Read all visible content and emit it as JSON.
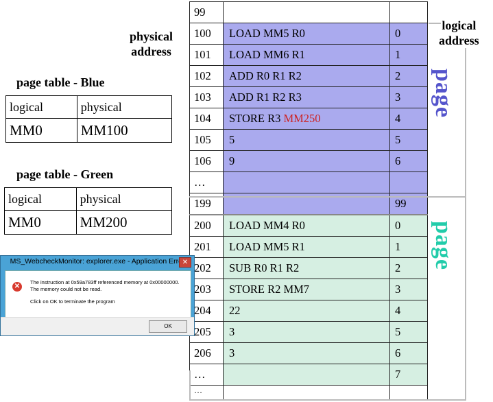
{
  "labels": {
    "physical_line1": "physical",
    "physical_line2": "address",
    "logical_line1": "logical",
    "logical_line2": "address",
    "page_blue": "page",
    "page_green": "page"
  },
  "colors": {
    "blue_region": "#aaaaee",
    "green_region": "#d6efe2",
    "page_blue_text": "#5555cc",
    "page_green_text": "#22ccaa",
    "highlight_red": "#cc2222"
  },
  "page_tables": [
    {
      "title": "page table - Blue",
      "headers": [
        "logical",
        "physical"
      ],
      "row": [
        "MM0",
        "MM100"
      ]
    },
    {
      "title": "page table - Green",
      "headers": [
        "logical",
        "physical"
      ],
      "row": [
        "MM0",
        "MM200"
      ]
    }
  ],
  "memory_rows": [
    {
      "addr": "99",
      "instr": "",
      "idx": "",
      "region": "plain"
    },
    {
      "addr": "100",
      "instr": "LOAD MM5 R0",
      "idx": "0",
      "region": "blue"
    },
    {
      "addr": "101",
      "instr": "LOAD MM6 R1",
      "idx": "1",
      "region": "blue"
    },
    {
      "addr": "102",
      "instr": "ADD R0 R1 R2",
      "idx": "2",
      "region": "blue"
    },
    {
      "addr": "103",
      "instr": "ADD R1 R2 R3",
      "idx": "3",
      "region": "blue"
    },
    {
      "addr": "104",
      "instr": "STORE R3 ",
      "instr_red": "MM250",
      "idx": "4",
      "region": "blue"
    },
    {
      "addr": "105",
      "instr": "5",
      "idx": "5",
      "region": "blue"
    },
    {
      "addr": "106",
      "instr": "9",
      "idx": "6",
      "region": "blue"
    },
    {
      "addr": "…",
      "instr": "",
      "idx": "",
      "region": "blue"
    },
    {
      "addr": "199",
      "instr": "",
      "idx": "99",
      "region": "blue"
    },
    {
      "addr": "200",
      "instr": "LOAD MM4 R0",
      "idx": "0",
      "region": "green"
    },
    {
      "addr": "201",
      "instr": "LOAD MM5 R1",
      "idx": "1",
      "region": "green"
    },
    {
      "addr": "202",
      "instr": "SUB R0 R1 R2",
      "idx": "2",
      "region": "green"
    },
    {
      "addr": "203",
      "instr": "STORE R2 MM7",
      "idx": "3",
      "region": "green"
    },
    {
      "addr": "204",
      "instr": "22",
      "idx": "4",
      "region": "green"
    },
    {
      "addr": "205",
      "instr": "3",
      "idx": "5",
      "region": "green"
    },
    {
      "addr": "206",
      "instr": "3",
      "idx": "6",
      "region": "green"
    },
    {
      "addr": "…",
      "instr": "",
      "idx": "7",
      "region": "green"
    },
    {
      "addr": "…",
      "instr": "",
      "idx": "",
      "region": "mini"
    }
  ],
  "dialog": {
    "title": "MS_WebcheckMonitor: explorer.exe - Application Error",
    "close_glyph": "✕",
    "icon_glyph": "✕",
    "message": "The instruction at 0x59a783ff referenced memory at 0x00000000. The memory could not be read.",
    "hint": "Click on OK to terminate the program",
    "ok_label": "OK"
  }
}
